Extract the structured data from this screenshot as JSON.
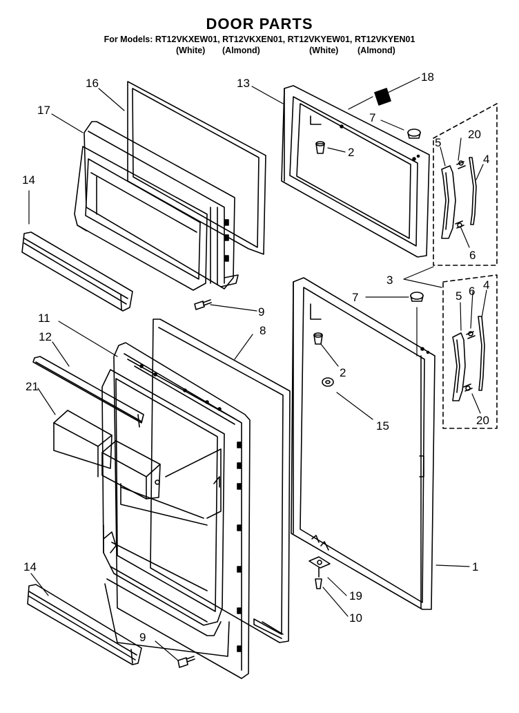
{
  "header": {
    "title": "DOOR PARTS",
    "models_line": "For Models: RT12VKXEW01, RT12VKXEN01, RT12VKYEW01, RT12VKYEN01",
    "finishes": [
      "(White)",
      "(Almond)",
      "(White)",
      "(Almond)"
    ]
  },
  "callouts": [
    "16",
    "17",
    "14",
    "13",
    "18",
    "7",
    "2",
    "20",
    "5",
    "4",
    "6",
    "3",
    "9",
    "11",
    "12",
    "8",
    "21",
    "7",
    "2",
    "15",
    "6",
    "5",
    "4",
    "20",
    "1",
    "19",
    "10",
    "14",
    "9"
  ]
}
